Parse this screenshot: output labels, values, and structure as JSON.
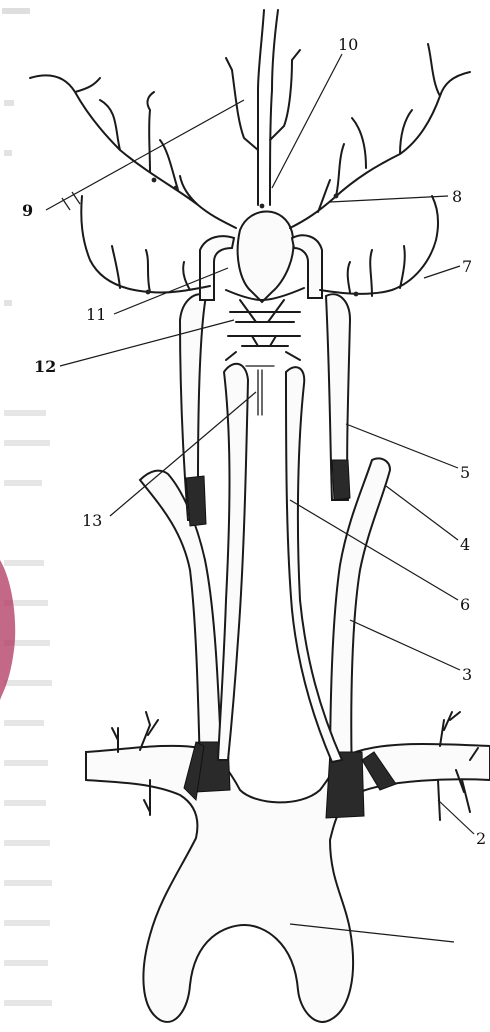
{
  "labels": {
    "l2": "2",
    "l3": "3",
    "l4": "4",
    "l5": "5",
    "l6": "6",
    "l7": "7",
    "l8": "8",
    "l9": "9",
    "l10": "10",
    "l11": "11",
    "l12": "12",
    "l13": "13"
  },
  "colors": {
    "ink": "#1a1a1a",
    "paper": "#ffffff",
    "stain": "#b0355f"
  }
}
